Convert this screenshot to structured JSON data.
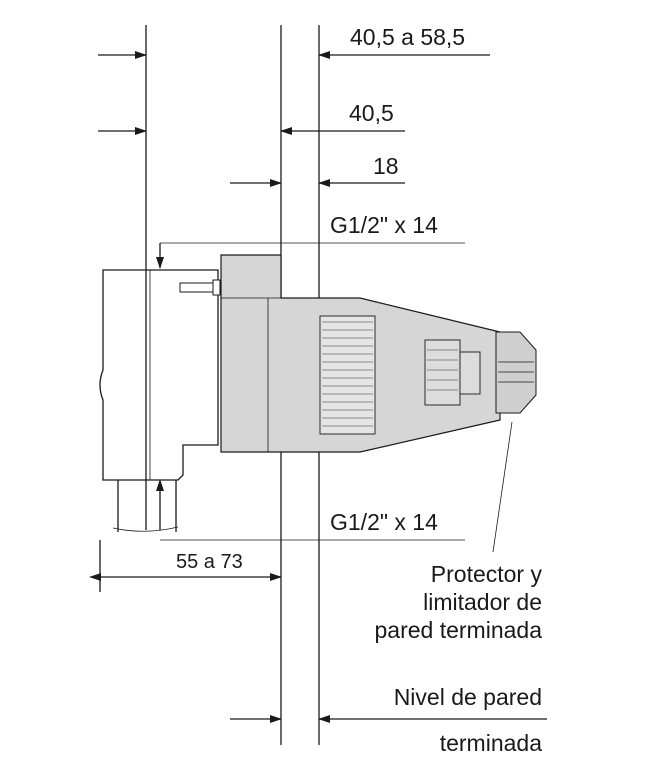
{
  "dimensions": {
    "top_range": "40,5 a 58,5",
    "top_fixed": "40,5",
    "top_small": "18",
    "thread_top": "G1/2\" x 14",
    "thread_bottom": "G1/2\" x 14",
    "bottom_range": "55 a 73"
  },
  "callouts": {
    "protector_line1": "Protector y",
    "protector_line2": "limitador de",
    "protector_line3": "pared terminada",
    "wall_line1": "Nivel de pared",
    "wall_line2": "terminada"
  },
  "colors": {
    "body_fill": "#d6d6d6",
    "line": "#1a1a1a"
  }
}
